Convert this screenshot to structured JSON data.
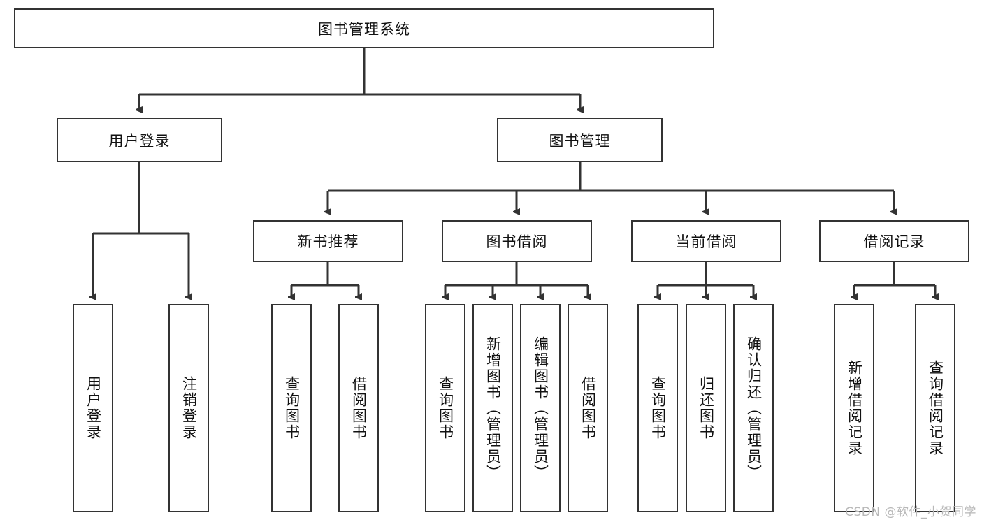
{
  "diagram": {
    "type": "tree",
    "title": "图书管理系统",
    "root": {
      "label": "图书管理系统"
    },
    "level2": [
      {
        "label": "用户登录"
      },
      {
        "label": "图书管理"
      }
    ],
    "level3": [
      {
        "label": "新书推荐"
      },
      {
        "label": "图书借阅"
      },
      {
        "label": "当前借阅"
      },
      {
        "label": "借阅记录"
      }
    ],
    "leaves": {
      "user_login": [
        {
          "label": "用户登录"
        },
        {
          "label": "注销登录"
        }
      ],
      "new_book": [
        {
          "label": "查询图书"
        },
        {
          "label": "借阅图书"
        }
      ],
      "book_borrow": [
        {
          "label": "查询图书"
        },
        {
          "label": "新增图书（管理员）"
        },
        {
          "label": "编辑图书（管理员）"
        },
        {
          "label": "借阅图书"
        }
      ],
      "current_borrow": [
        {
          "label": "查询图书"
        },
        {
          "label": "归还图书"
        },
        {
          "label": "确认归还（管理员）"
        }
      ],
      "borrow_record": [
        {
          "label": "新增借阅记录"
        },
        {
          "label": "查询借阅记录"
        }
      ]
    }
  },
  "watermark": {
    "text": "CSDN @软件_小贺同学"
  },
  "colors": {
    "stroke": "#333333",
    "fill": "#ffffff",
    "text": "#111111",
    "watermark": "#b8b8b8"
  }
}
